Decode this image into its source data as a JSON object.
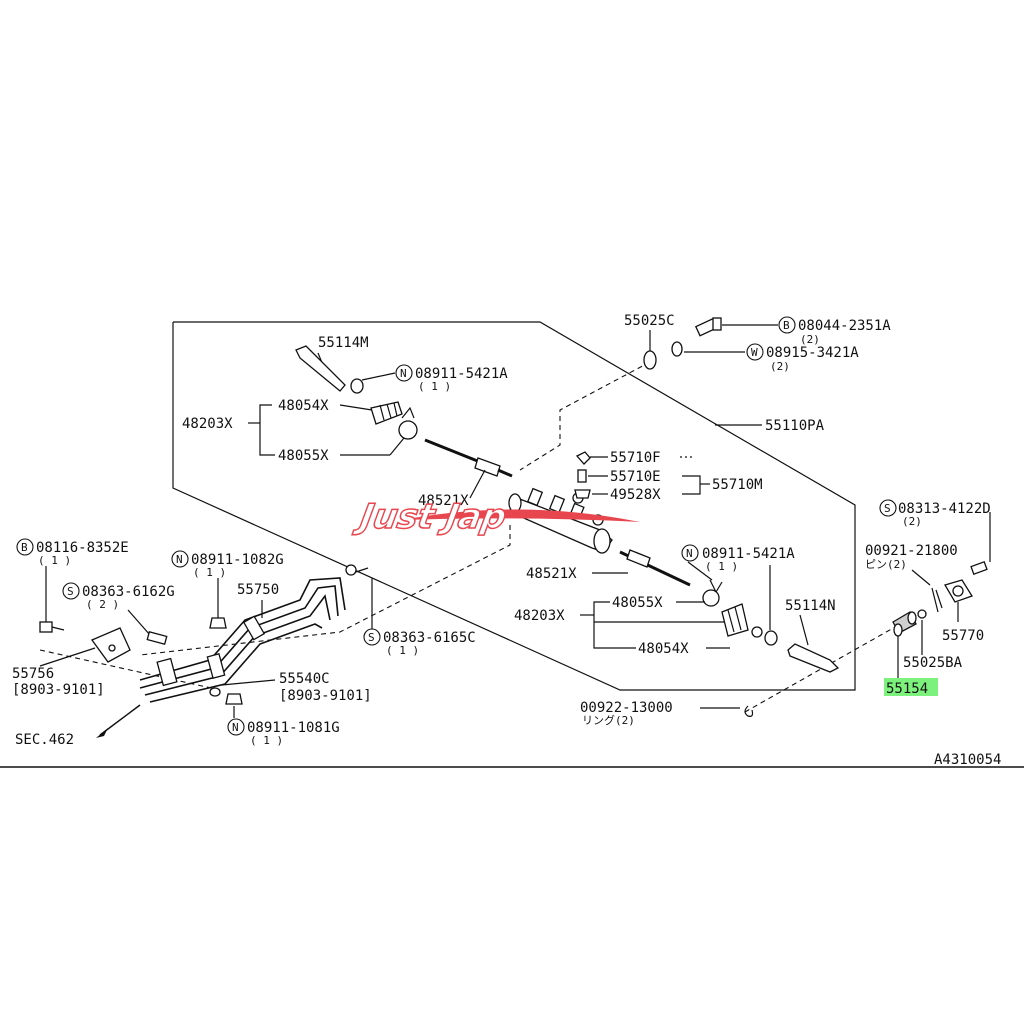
{
  "diagram_id": "A4310054",
  "watermark": "Just Jap",
  "highlight_color": "#7cf27c",
  "accent_color": "#e8464f",
  "labels": {
    "p55025C": "55025C",
    "p08044": "08044-2351A",
    "q08044": "(2)",
    "p08915": "08915-3421A",
    "q08915": "(2)",
    "p55114M": "55114M",
    "p08911a": "08911-5421A",
    "q08911a": "( 1 )",
    "p48203X_a": "48203X",
    "p48054X_a": "48054X",
    "p48055X_a": "48055X",
    "p55110PA": "55110PA",
    "p55710F": "55710F",
    "p55710E": "55710E",
    "p49528X": "49528X",
    "p55710M": "55710M",
    "p48521X_a": "48521X",
    "p08313": "08313-4122D",
    "q08313": "(2)",
    "p08116": "08116-8352E",
    "q08116": "( 1 )",
    "p08911b": "08911-1082G",
    "q08911b": "( 1 )",
    "p08363a": "08363-6162G",
    "q08363a": "( 2 )",
    "p55750": "55750",
    "p08911c": "08911-5421A",
    "q08911c": "( 1 )",
    "p48521X_b": "48521X",
    "p48055X_b": "48055X",
    "p48203X_b": "48203X",
    "p55114N": "55114N",
    "p00921": "00921-21800",
    "q00921": "ピン(2)",
    "p55770": "55770",
    "p08363b": "08363-6165C",
    "q08363b": "( 1 )",
    "p48054X_b": "48054X",
    "p55025BA": "55025BA",
    "p55154": "55154",
    "p55756": "55756",
    "d55756": "[8903-9101]",
    "p55540C": "55540C",
    "d55540C": "[8903-9101]",
    "p00922": "00922-13000",
    "q00922": "リング(2)",
    "sec": "SEC.462",
    "p08911d": "08911-1081G",
    "q08911d": "( 1 )",
    "mB": "B",
    "mW": "W",
    "mN": "N",
    "mS": "S"
  }
}
